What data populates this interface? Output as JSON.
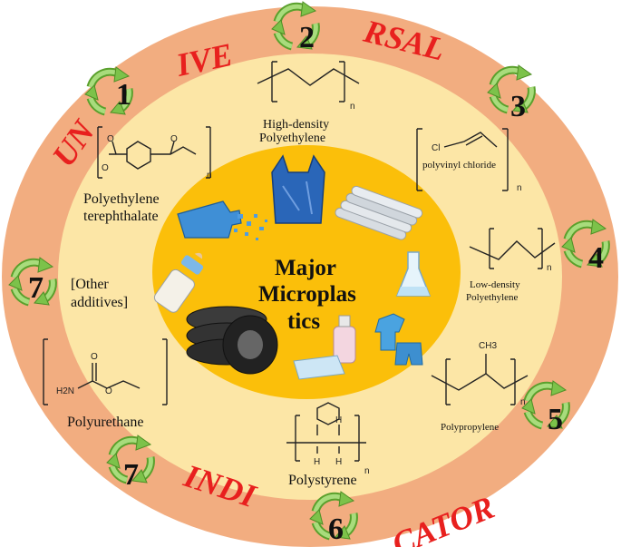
{
  "ring_text": {
    "top_left": "UN",
    "top_mid": "IVE",
    "top_right": "RSAL",
    "bottom_left": "INDI",
    "bottom_right": "CATOR"
  },
  "center": {
    "line1": "Major",
    "line2": "Microplas",
    "line3": "tics"
  },
  "labels": {
    "hdpe_1": "High-density",
    "hdpe_2": "Polyethylene",
    "pvc": "polyvinyl chloride",
    "ldpe_1": "Low-density",
    "ldpe_2": "Polyethylene",
    "pp": "Polypropylene",
    "ps": "Polystyrene",
    "pu": "Polyurethane",
    "pet_1": "Polyethylene",
    "pet_2": "terephthalate",
    "other_1": "[Other",
    "other_2": "additives]",
    "cl": "Cl",
    "ch3": "CH3",
    "h": "H",
    "o": "O",
    "h2n": "H2N",
    "n": "n"
  },
  "numbers": [
    "1",
    "2",
    "3",
    "4",
    "5",
    "6",
    "7",
    "7"
  ],
  "colors": {
    "outer_ring": "#f2ad80",
    "inner_disc": "#fce6a6",
    "center_disc": "#fbbf0a",
    "ring_text": "#e8201e",
    "recycle_arrow": "#7cc24a"
  },
  "icons": [
    "recycle-arrows-icon",
    "plastic-bag-icon",
    "pipes-icon",
    "plastic-bottle-icon",
    "baby-bottle-icon",
    "tires-icon",
    "flask-icon",
    "clothes-icon",
    "cosmetic-bottle-icon"
  ]
}
